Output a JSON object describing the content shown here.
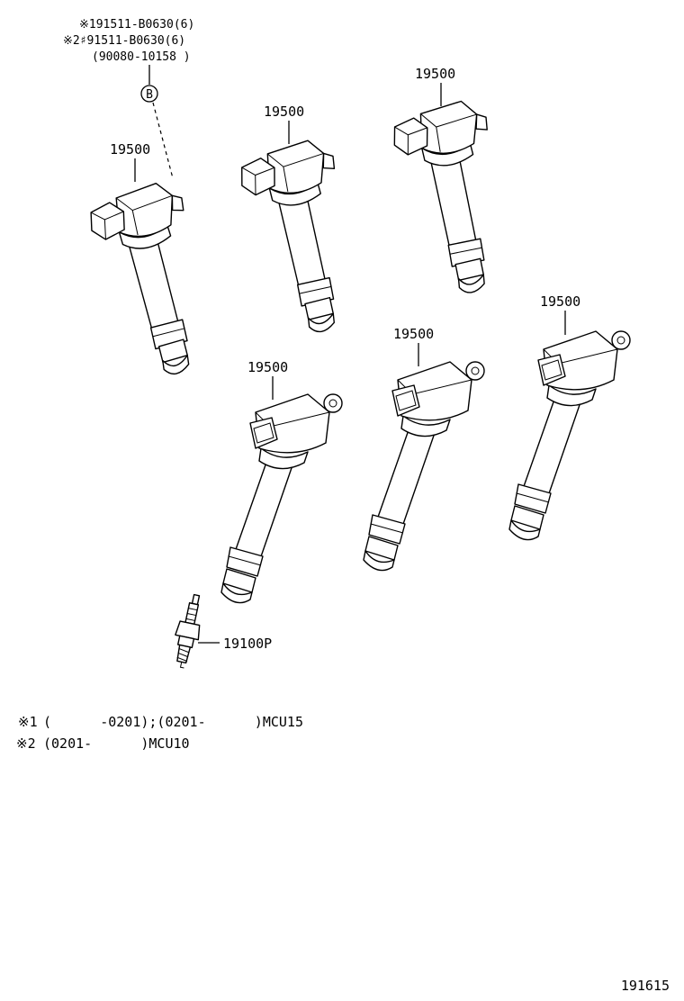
{
  "header_notes": {
    "line1": "※191511-B0630(6)",
    "line2": "※2♯91511-B0630(6)",
    "line3": "(90080-10158 )"
  },
  "ref_marker": "B",
  "coil_labels": [
    "19500",
    "19500",
    "19500",
    "19500",
    "19500",
    "19500"
  ],
  "spark_plug_label": "19100P",
  "footnotes": {
    "note1_mark": "※1",
    "note1_text": "(      -0201);(0201-      )MCU15",
    "note2_mark": "※2",
    "note2_text": "(0201-      )MCU10"
  },
  "diagram_number": "191615"
}
